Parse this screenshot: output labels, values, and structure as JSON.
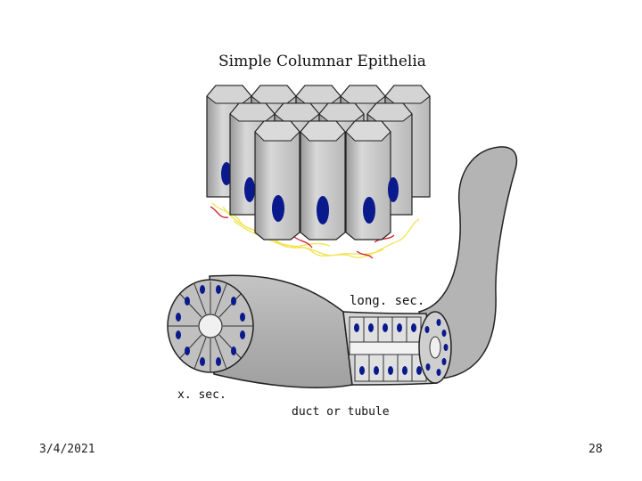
{
  "figure": {
    "title": "Simple Columnar Epithelia",
    "labels": {
      "long_sec": "long. sec.",
      "x_sec": "x. sec.",
      "duct": "duct or tubule"
    },
    "colors": {
      "cell_gray": "#c8c8c8",
      "cell_light": "#dcdcdc",
      "tube_gray": "#b4b4b4",
      "nucleus": "#0a1a8c",
      "fiber_yellow": "#f2e55a",
      "fiber_red": "#d2283a"
    }
  },
  "footer": {
    "date": "3/4/2021",
    "page": "28"
  }
}
